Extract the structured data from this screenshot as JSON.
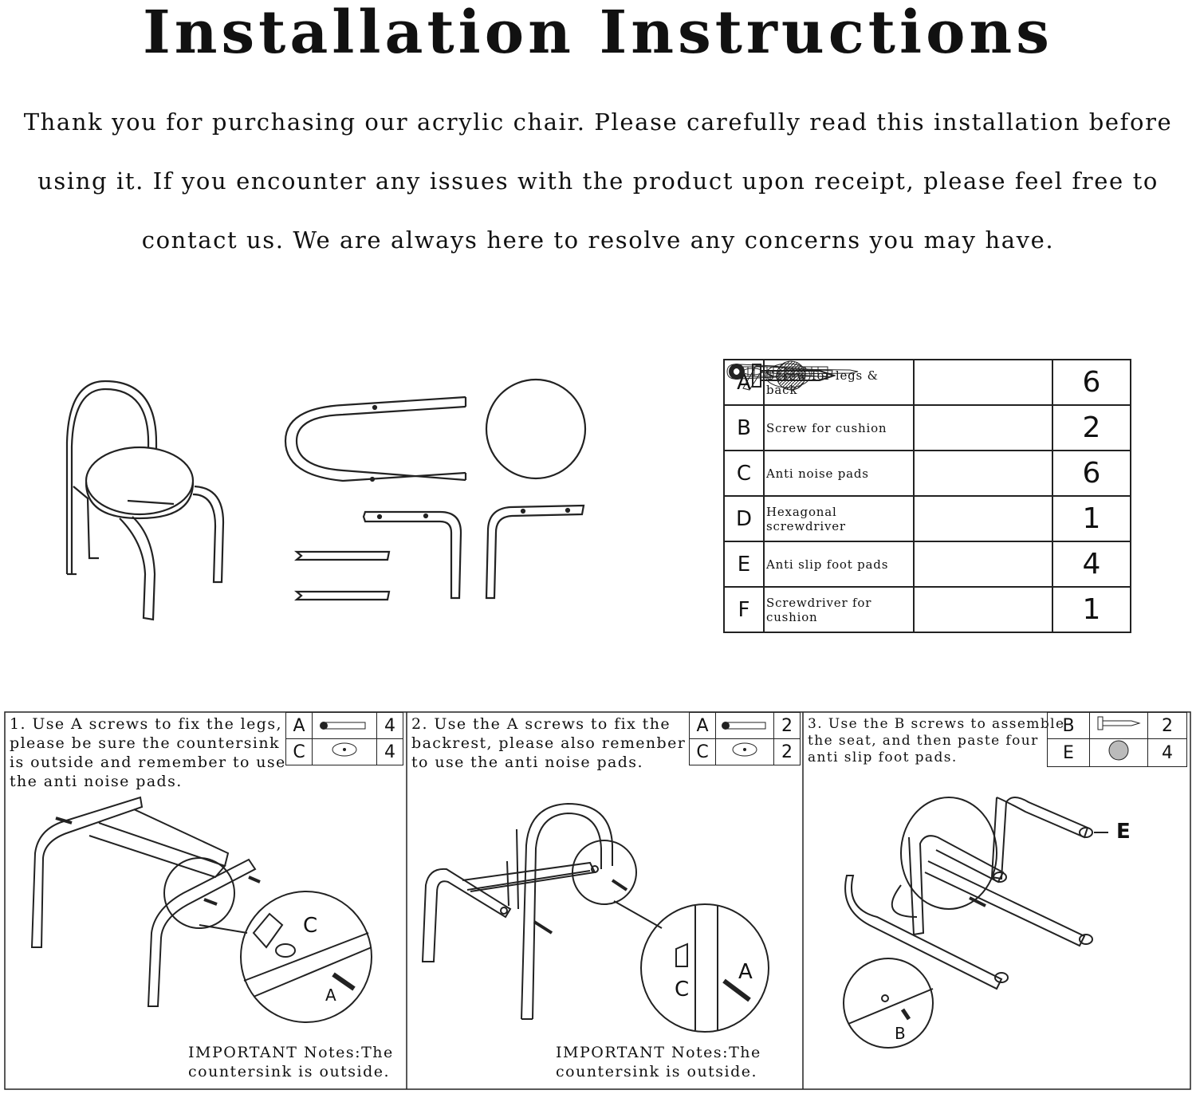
{
  "title": "Installation Instructions",
  "intro": {
    "line1": "Thank you for purchasing our acrylic chair. Please carefully read this installation before",
    "line2": "using it. If you encounter any issues with the product upon receipt, please feel free to",
    "line3": "contact us. We are always here to resolve any concerns you may have."
  },
  "parts": [
    {
      "letter": "A",
      "name": "Screw for legs & back",
      "icon": "hex-screw-icon",
      "qty": "6"
    },
    {
      "letter": "B",
      "name": "Screw for cushion",
      "icon": "wood-screw-icon",
      "qty": "2"
    },
    {
      "letter": "C",
      "name": "Anti noise pads",
      "icon": "noise-pad-icon",
      "qty": "6"
    },
    {
      "letter": "D",
      "name": "Hexagonal screwdriver",
      "icon": "hex-key-icon",
      "qty": "1"
    },
    {
      "letter": "E",
      "name": "Anti slip foot pads",
      "icon": "foot-pad-icon",
      "qty": "4"
    },
    {
      "letter": "F",
      "name": "Screwdriver for cushion",
      "icon": "screwdriver-icon",
      "qty": "1"
    }
  ],
  "steps": [
    {
      "text": [
        "1. Use A screws to fix the legs,",
        "please be sure the countersink",
        "is outside and remember to use",
        "the anti noise pads."
      ],
      "parts": [
        {
          "letter": "A",
          "qty": "4"
        },
        {
          "letter": "C",
          "qty": "4"
        }
      ],
      "callouts": [
        "C",
        "A"
      ],
      "note": [
        "IMPORTANT Notes:The",
        "countersink is outside."
      ]
    },
    {
      "text": [
        "2. Use the A screws to fix the",
        "backrest, please also remenber",
        "to use the anti noise pads."
      ],
      "parts": [
        {
          "letter": "A",
          "qty": "2"
        },
        {
          "letter": "C",
          "qty": "2"
        }
      ],
      "callouts": [
        "A",
        "C"
      ],
      "note": [
        "IMPORTANT Notes:The",
        "countersink is outside."
      ]
    },
    {
      "text": [
        "3. Use the B screws to assemble",
        "the seat, and then paste four",
        "anti slip foot pads."
      ],
      "parts": [
        {
          "letter": "B",
          "qty": "2"
        },
        {
          "letter": "E",
          "qty": "4"
        }
      ],
      "callouts": [
        "E",
        "B"
      ]
    }
  ]
}
